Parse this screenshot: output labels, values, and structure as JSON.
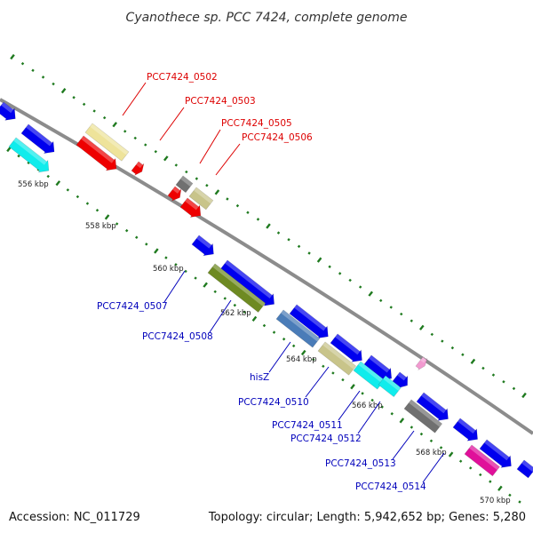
{
  "title": "Cyanothece sp. PCC 7424, complete genome",
  "footer": {
    "accession": "Accession: NC_011729",
    "summary": "Topology: circular; Length: 5,942,652 bp; Genes: 5,280"
  },
  "colors": {
    "backbone": "#8c8c8c",
    "tick_green": "#1f7a1f",
    "label_red": "#dd0000",
    "label_blue": "#0000bb"
  },
  "kbp_labels": [
    "556 kbp",
    "558 kbp",
    "560 kbp",
    "562 kbp",
    "564 kbp",
    "566 kbp",
    "568 kbp",
    "570 kbp"
  ],
  "gene_labels_red": [
    "PCC7424_0502",
    "PCC7424_0503",
    "PCC7424_0505",
    "PCC7424_0506"
  ],
  "gene_labels_blue": [
    "PCC7424_0507",
    "PCC7424_0508",
    "hisZ",
    "PCC7424_0510",
    "PCC7424_0511",
    "PCC7424_0512",
    "PCC7424_0513",
    "PCC7424_0514"
  ]
}
